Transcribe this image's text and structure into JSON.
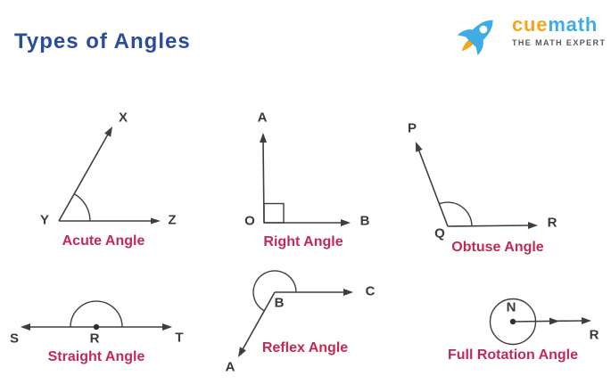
{
  "page": {
    "title": "Types of Angles",
    "background": "#ffffff"
  },
  "logo": {
    "icon": "rocket-icon",
    "brand_part1": "cue",
    "brand_part2": "math",
    "tagline": "THE MATH EXPERT"
  },
  "colors": {
    "title_blue": "#2B4C9C",
    "caption_red": "#C22A56",
    "line_dark": "#3E3E3E",
    "logo_orange": "#F6A41E",
    "logo_blue": "#3FADE4",
    "tagline_gray": "#58595B"
  },
  "diagrams": [
    {
      "id": "acute",
      "caption": "Acute Angle",
      "vertex": "Y",
      "arm1": "X",
      "arm2": "Z",
      "angle_kind": "acute (less than 90°)"
    },
    {
      "id": "right",
      "caption": "Right Angle",
      "vertex": "O",
      "arm1": "A",
      "arm2": "B",
      "angle_kind": "right (exactly 90°, square marker)"
    },
    {
      "id": "obtuse",
      "caption": "Obtuse Angle",
      "vertex": "Q",
      "arm1": "P",
      "arm2": "R",
      "angle_kind": "obtuse (between 90° and 180°)"
    },
    {
      "id": "straight",
      "caption": "Straight Angle",
      "left": "S",
      "center": "R",
      "right": "T",
      "angle_kind": "straight (180°, semicircle arc over line)"
    },
    {
      "id": "reflex",
      "caption": "Reflex Angle",
      "vertex": "B",
      "arm1": "C",
      "arm2": "A",
      "angle_kind": "reflex (greater than 180°)"
    },
    {
      "id": "full",
      "caption": "Full Rotation Angle",
      "center": "N",
      "arm": "R",
      "angle_kind": "full rotation (360°, circle around point)"
    }
  ]
}
